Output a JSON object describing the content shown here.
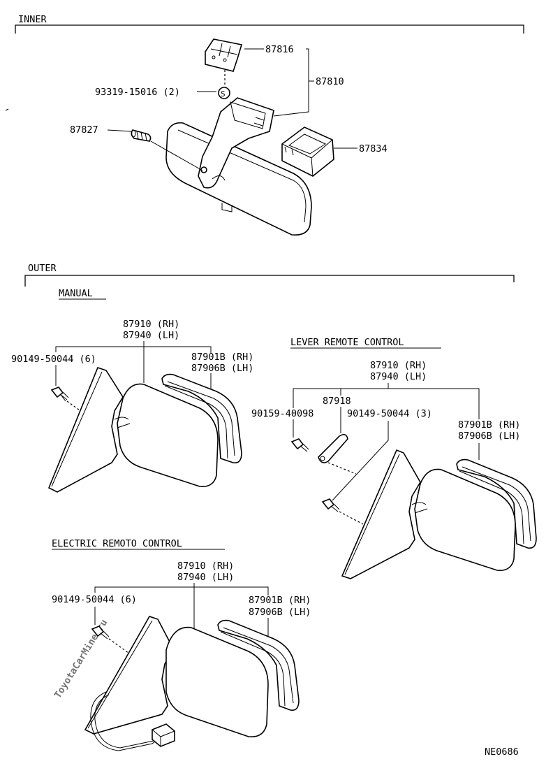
{
  "sections": {
    "inner": "INNER",
    "outer": "OUTER",
    "manual": "MANUAL",
    "lever": "LEVER REMOTE CONTROL",
    "electric": "ELECTRIC REMOTO CONTROL"
  },
  "inner": {
    "p87816": "87816",
    "p87810": "87810",
    "p93319": "93319-15016 (2)",
    "p87827": "87827",
    "p87834": "87834",
    "s_mark": "S"
  },
  "manual": {
    "mirror_rh": "87910 (RH)",
    "mirror_lh": "87940 (LH)",
    "screw": "90149-50044 (6)",
    "glass_rh": "87901B (RH)",
    "glass_lh": "87906B (LH)"
  },
  "lever": {
    "mirror_rh": "87910 (RH)",
    "mirror_lh": "87940 (LH)",
    "knob": "87918",
    "screw_a": "90159-40098",
    "screw_b": "90149-50044 (3)",
    "glass_rh": "87901B (RH)",
    "glass_lh": "87906B (LH)"
  },
  "electric": {
    "mirror_rh": "87910 (RH)",
    "mirror_lh": "87940 (LH)",
    "screw": "90149-50044 (6)",
    "glass_rh": "87901B (RH)",
    "glass_lh": "87906B (LH)"
  },
  "footer_code": "NE0686",
  "watermark": "ToyotaCarMine.ru"
}
